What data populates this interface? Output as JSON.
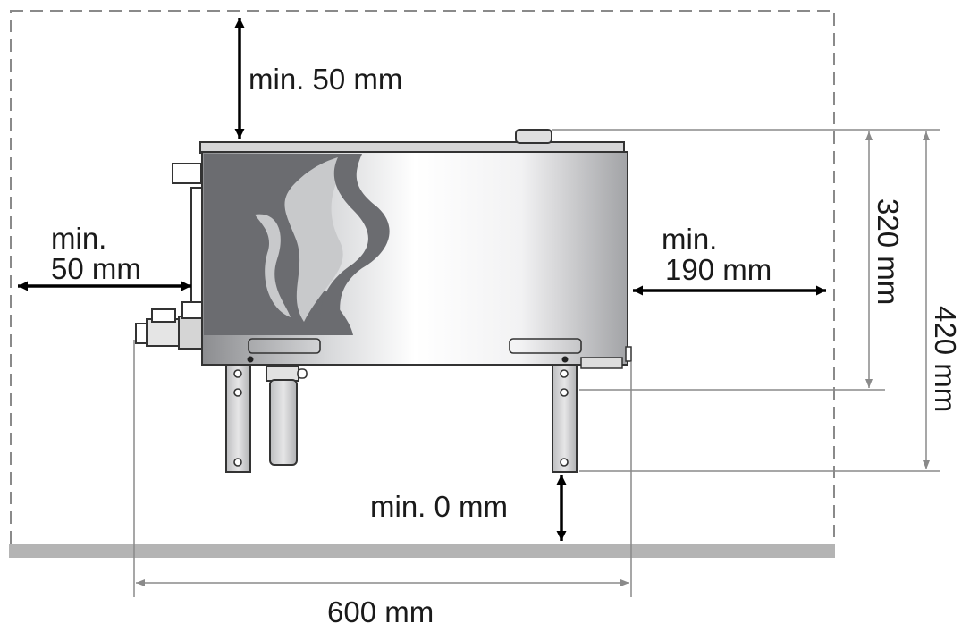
{
  "labels": {
    "top_clearance": "min. 50 mm",
    "left_clearance_line1": "min.",
    "left_clearance_line2": "50 mm",
    "right_clearance_line1": "min.",
    "right_clearance_line2": "190 mm",
    "bottom_clearance": "min. 0 mm",
    "height_body": "320 mm",
    "height_total": "420 mm",
    "width_total": "600 mm"
  },
  "colors": {
    "arrow": "#000000",
    "dimension_line": "#8a8a8a",
    "floor": "#b4b4b4",
    "panel_dark": "#6b6c70",
    "wave_light": "#c8c9cb"
  }
}
